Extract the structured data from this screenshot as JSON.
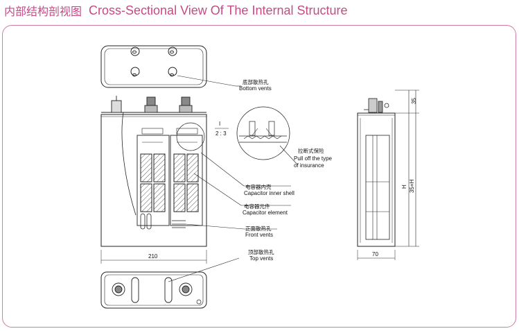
{
  "title": {
    "chinese": "内部结构剖视图",
    "english": "Cross-Sectional View Of The Internal Structure"
  },
  "labels": {
    "bottom_vents_cn": "底部散热孔",
    "bottom_vents_en": "Bottom vents",
    "scale_i": "I",
    "scale_ratio": "2 : 3",
    "pull_off_cn": "拉断式保险",
    "pull_off_en1": "Pull off the type",
    "pull_off_en2": "of insurance",
    "inner_shell_cn": "电容器内壳",
    "inner_shell_en": "Capacitor inner shell",
    "element_cn": "电容器元件",
    "element_en": "Capacitor element",
    "front_vents_cn": "正面散热孔",
    "front_vents_en": "Front vents",
    "top_vents_cn": "顶部散热孔",
    "top_vents_en": "Top vents"
  },
  "dimensions": {
    "width_front": "210",
    "width_side": "70",
    "height_top": "35",
    "height_h": "H",
    "height_total": "35+H"
  },
  "colors": {
    "accent": "#c54a86",
    "frame": "#d07aa6",
    "line": "#222222"
  }
}
